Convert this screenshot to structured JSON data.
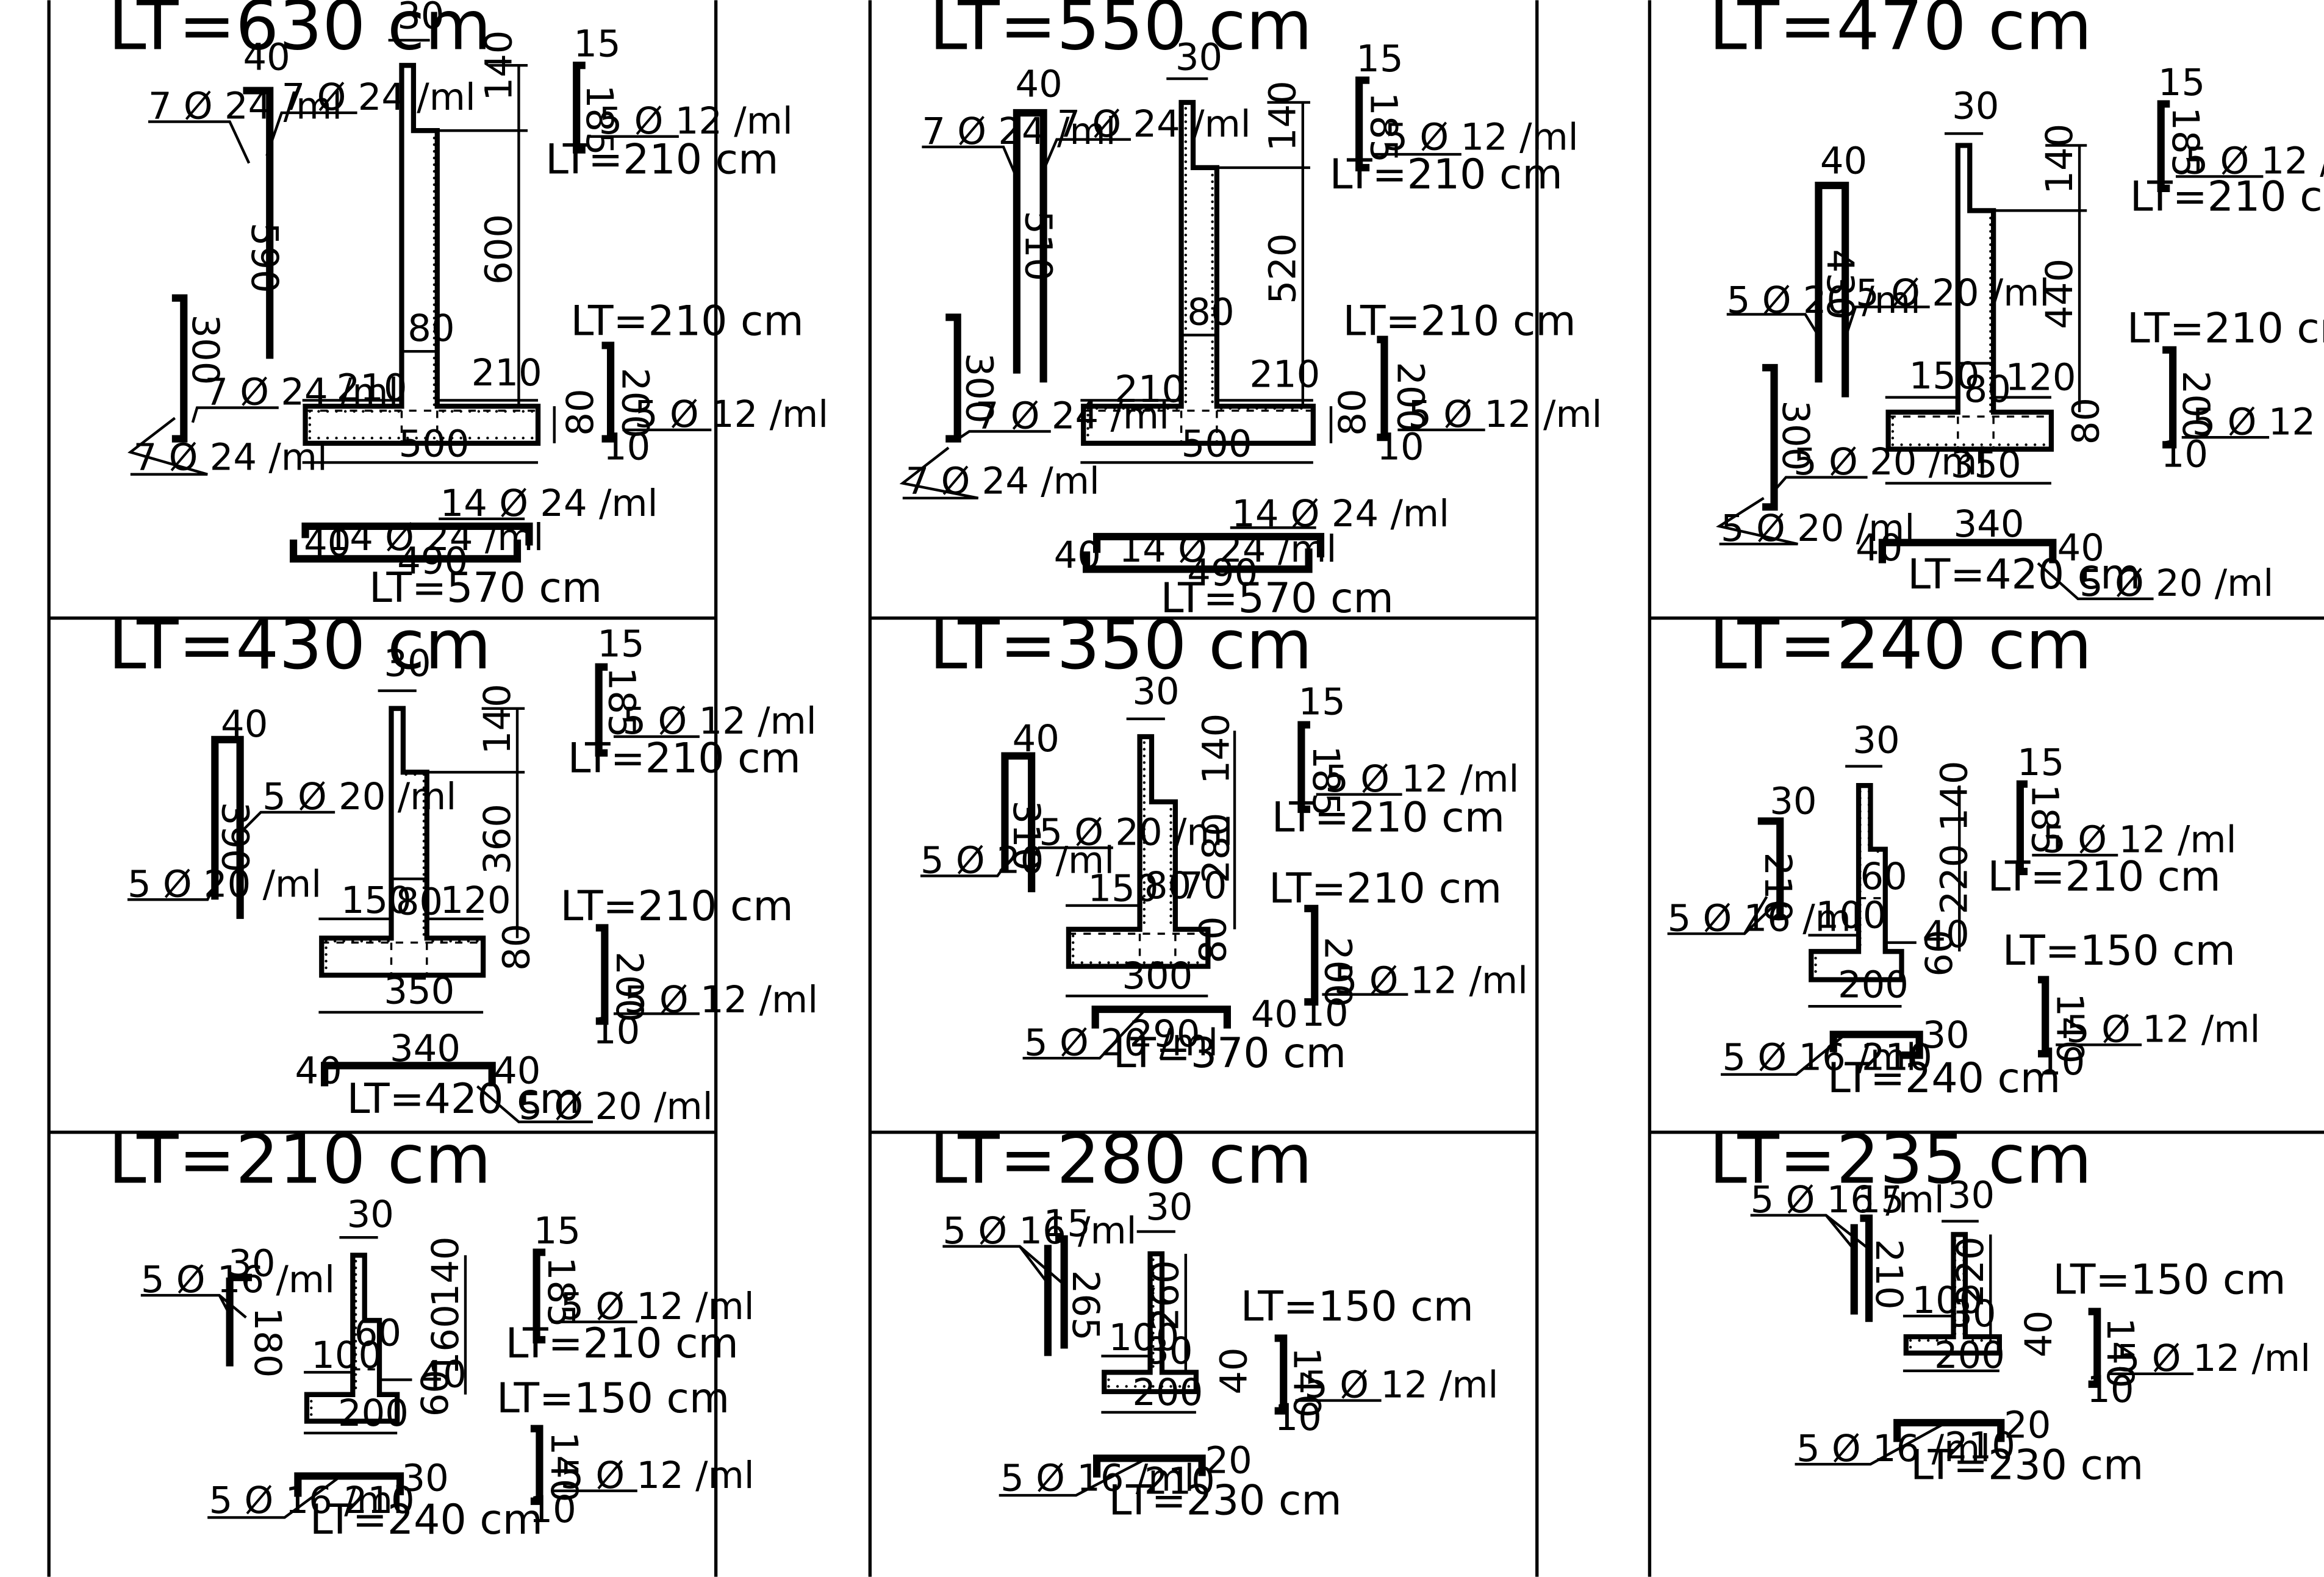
{
  "drawings": [
    {
      "title": "LT=630 cm",
      "top_width": "30",
      "stem_upper_h": "140",
      "stem_lower_h": "600",
      "stem_width": "80",
      "toe": "210",
      "heel": "210",
      "base_width": "500",
      "base_h": "80",
      "vbar": {
        "hook": "40",
        "len": "590",
        "lab1": "7 Ø 24 /ml",
        "lab2": "7 Ø 24 /ml"
      },
      "dbar": {
        "len": "300",
        "lab1": "7 Ø 24 /ml",
        "lab2": "7 Ø 24 /ml"
      },
      "topbar": {
        "hook": "15",
        "len": "185",
        "lab": "5 Ø 12 /ml",
        "lt": "LT=210 cm"
      },
      "midbar": {
        "lt": "LT=210 cm",
        "len": "200",
        "lab": "5 Ø 12 /ml",
        "foot": "10"
      },
      "bars": {
        "lab1": "14 Ø 24 /ml",
        "lab2": "14 Ø 24 /ml",
        "hook": "40",
        "len": "490",
        "lt": "LT=570 cm"
      }
    },
    {
      "title": "LT=550 cm",
      "top_width": "30",
      "stem_upper_h": "140",
      "stem_lower_h": "520",
      "stem_width": "80",
      "toe": "210",
      "heel": "210",
      "base_width": "500",
      "base_h": "80",
      "vbar": {
        "hook": "40",
        "len": "510",
        "lab1": "7 Ø 24 /ml",
        "lab2": "7 Ø 24 /ml"
      },
      "dbar": {
        "len": "300",
        "lab1": "7 Ø 24 /ml",
        "lab2": "7 Ø 24 /ml"
      },
      "topbar": {
        "hook": "15",
        "len": "185",
        "lab": "5 Ø 12 /ml",
        "lt": "LT=210 cm"
      },
      "midbar": {
        "lt": "LT=210 cm",
        "len": "200",
        "lab": "5 Ø 12 /ml",
        "foot": "10"
      },
      "bars": {
        "lab1": "14 Ø 24 /ml",
        "lab2": "14 Ø 24 /ml",
        "hook": "40",
        "len": "490",
        "lt": "LT=570 cm"
      }
    },
    {
      "title": "LT=470 cm",
      "top_width": "30",
      "stem_upper_h": "140",
      "stem_lower_h": "440",
      "stem_width": "80",
      "toe": "150",
      "heel": "120",
      "base_width": "350",
      "base_h": "80",
      "vbar": {
        "hook": "40",
        "len": "430",
        "lab1": "5 Ø 20 /ml",
        "lab2": "5 Ø 20 /ml"
      },
      "dbar": {
        "len": "300",
        "lab1": "5 Ø 20 /ml",
        "lab2": "5 Ø 20 /ml"
      },
      "topbar": {
        "hook": "15",
        "len": "185",
        "lab": "5 Ø 12 /ml",
        "lt": "LT=210 cm"
      },
      "midbar": {
        "lt": "LT=210 cm",
        "len": "200",
        "lab": "5 Ø 12 /ml",
        "foot": "10"
      },
      "ubar": {
        "len": "340",
        "hook1": "40",
        "hook2": "40",
        "lt": "LT=420 cm",
        "lab": "5 Ø 20 /ml"
      }
    },
    {
      "title": "LT=430 cm",
      "top_width": "30",
      "stem_upper_h": "140",
      "stem_lower_h": "360",
      "stem_width": "80",
      "toe": "150",
      "heel": "120",
      "base_width": "350",
      "base_h": "80",
      "vbar": {
        "hook": "40",
        "len": "390",
        "lab1": "5 Ø 20 /ml",
        "lab2": "5 Ø 20 /ml"
      },
      "topbar": {
        "hook": "15",
        "len": "185",
        "lab": "5 Ø 12 /ml",
        "lt": "LT=210 cm"
      },
      "midbar": {
        "lt": "LT=210 cm",
        "len": "200",
        "lab": "5 Ø 12 /ml",
        "foot": "10"
      },
      "ubar": {
        "len": "340",
        "hook1": "40",
        "hook2": "40",
        "lt": "LT=420 cm",
        "lab": "5 Ø 20 /ml"
      }
    },
    {
      "title": "LT=350 cm",
      "top_width": "30",
      "stem_upper_h": "140",
      "stem_lower_h": "280",
      "stem_width": "80",
      "toe": "150",
      "heel": "70",
      "base_width": "300",
      "base_h": "80",
      "vbar": {
        "hook": "40",
        "len": "310",
        "lab1": "5 Ø 20 /ml",
        "lab2": "5 Ø 20 /ml"
      },
      "topbar": {
        "hook": "15",
        "len": "185",
        "lab": "5 Ø 12 /ml",
        "lt": "LT=210 cm"
      },
      "midbar": {
        "lt": "LT=210 cm",
        "len": "200",
        "lab": "5 Ø 12 /ml",
        "foot": "10"
      },
      "ubar": {
        "len": "290",
        "hook2": "40",
        "lt": "LT=370 cm",
        "lab": "5 Ø 20 /ml"
      }
    },
    {
      "title": "LT=240 cm",
      "top_width": "30",
      "stem_upper_h": "140",
      "stem_lower_h": "220",
      "stem_width": "60",
      "toe": "100",
      "heel": "40",
      "base_width": "200",
      "base_h": "60",
      "vbar": {
        "hook": "30",
        "len": "210",
        "lab1": "5 Ø 16 /ml"
      },
      "topbar": {
        "hook": "15",
        "len": "185",
        "lab": "5 Ø 12 /ml",
        "lt": "LT=210 cm"
      },
      "midbar": {
        "lt": "LT=150 cm",
        "len": "140",
        "lab": "5 Ø 12 /ml",
        "foot": "10"
      },
      "ubar": {
        "len": "210",
        "hook2": "30",
        "lt": "LT=240 cm",
        "lab": "5 Ø 16 /ml"
      }
    },
    {
      "title": "LT=210 cm",
      "top_width": "30",
      "stem_upper_h": "140",
      "stem_lower_h": "160",
      "stem_width": "60",
      "toe": "100",
      "heel": "40",
      "base_width": "200",
      "base_h": "60",
      "vbar": {
        "hook": "30",
        "len": "180",
        "lab1": "5 Ø 16 /ml"
      },
      "topbar": {
        "hook": "15",
        "len": "185",
        "lab": "5 Ø 12 /ml",
        "lt": "LT=210 cm"
      },
      "midbar": {
        "lt": "LT=150 cm",
        "len": "140",
        "lab": "5 Ø 12 /ml",
        "foot": "10"
      },
      "ubar": {
        "len": "210",
        "hook2": "30",
        "lt": "LT=240 cm",
        "lab": "5 Ø 16 /ml"
      }
    },
    {
      "title": "LT=280 cm",
      "top_width": "30",
      "stem_lower_h": "260",
      "stem_width": "30",
      "toe": "100",
      "base_width": "200",
      "base_h": "40",
      "vbar": {
        "hook": "15",
        "len": "265",
        "lab1": "5 Ø 16 /ml"
      },
      "midbar": {
        "lt": "LT=150 cm",
        "len": "140",
        "lab": "5 Ø 12 /ml",
        "foot": "10"
      },
      "ubar": {
        "len": "210",
        "hook2": "20",
        "lt": "LT=230 cm",
        "lab": "5 Ø 16 /ml"
      }
    },
    {
      "title": "LT=235 cm",
      "top_width": "30",
      "stem_lower_h": "220",
      "stem_width": "30",
      "toe": "100",
      "base_width": "200",
      "base_h": "40",
      "vbar": {
        "hook": "15",
        "len": "210",
        "lab1": "5 Ø 16 /ml"
      },
      "midbar": {
        "lt": "LT=150 cm",
        "len": "140",
        "lab": "5 Ø 12 /ml",
        "foot": "10"
      },
      "ubar": {
        "len": "210",
        "hook2": "20",
        "lt": "LT=230 cm",
        "lab": "5 Ø 16 /ml"
      }
    }
  ]
}
